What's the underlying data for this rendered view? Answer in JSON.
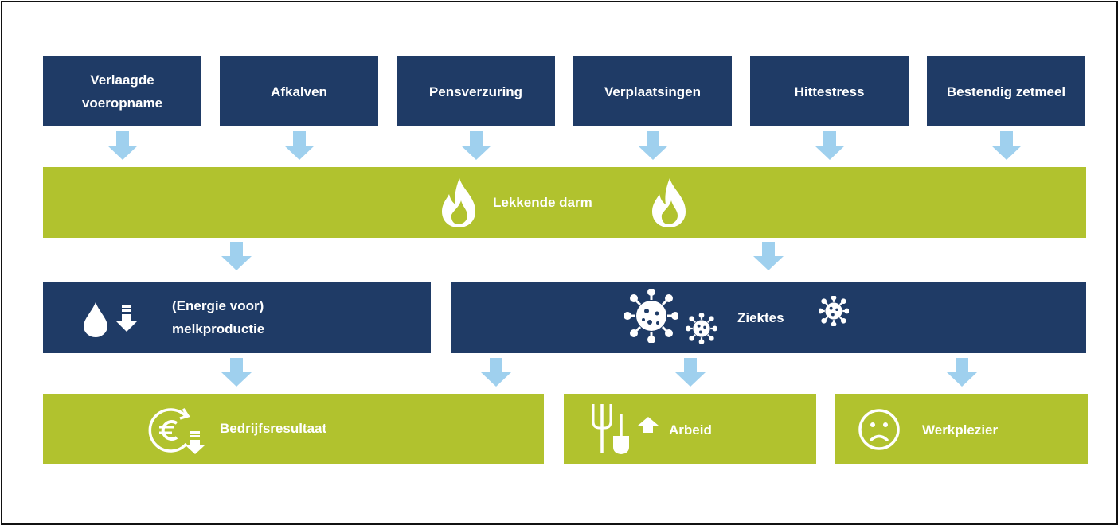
{
  "causes": [
    {
      "label": "Verlaagde voeropname"
    },
    {
      "label": "Afkalven"
    },
    {
      "label": "Pensverzuring"
    },
    {
      "label": "Verplaatsingen"
    },
    {
      "label": "Hittestress"
    },
    {
      "label": "Bestendig zetmeel"
    }
  ],
  "center": {
    "label": "Lekkende darm",
    "icon": "flame-icon"
  },
  "effects": {
    "energy": {
      "label": "(Energie voor) melkproductie",
      "icons": [
        "drop-icon",
        "down-arrow-icon"
      ]
    },
    "disease": {
      "label": "Ziektes",
      "icons": [
        "virus-icon"
      ]
    }
  },
  "outcomes": {
    "result": {
      "label": "Bedrijfsresultaat",
      "icon": "euro-down-icon"
    },
    "labour": {
      "label": "Arbeid",
      "icons": [
        "fork-icon",
        "shovel-icon",
        "up-arrow-icon"
      ]
    },
    "joy": {
      "label": "Werkplezier",
      "icon": "sad-face-icon"
    }
  },
  "colors": {
    "navy": "#1f3b66",
    "green": "#b1c22e",
    "arrow": "#9fd0ee",
    "text": "#ffffff"
  }
}
